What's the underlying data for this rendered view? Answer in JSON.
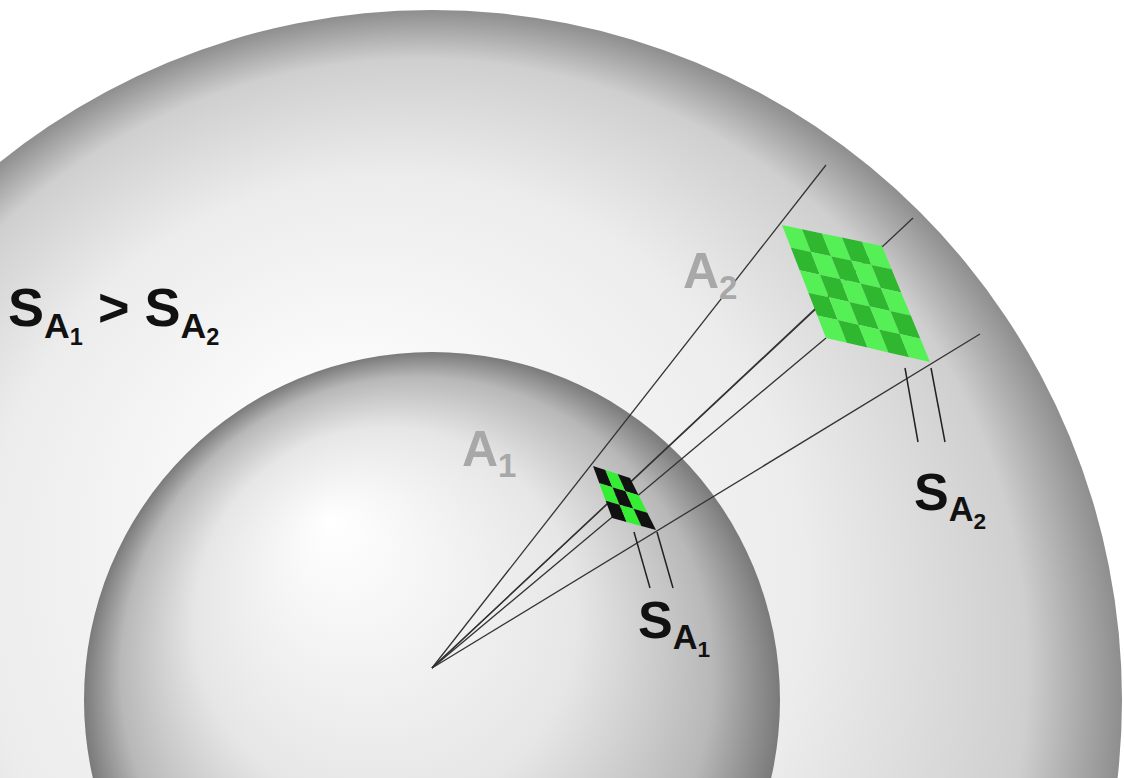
{
  "diagram": {
    "labels": [
      "SA1 > SA2",
      "A1",
      "A2",
      "SA1",
      "SA2"
    ]
  }
}
